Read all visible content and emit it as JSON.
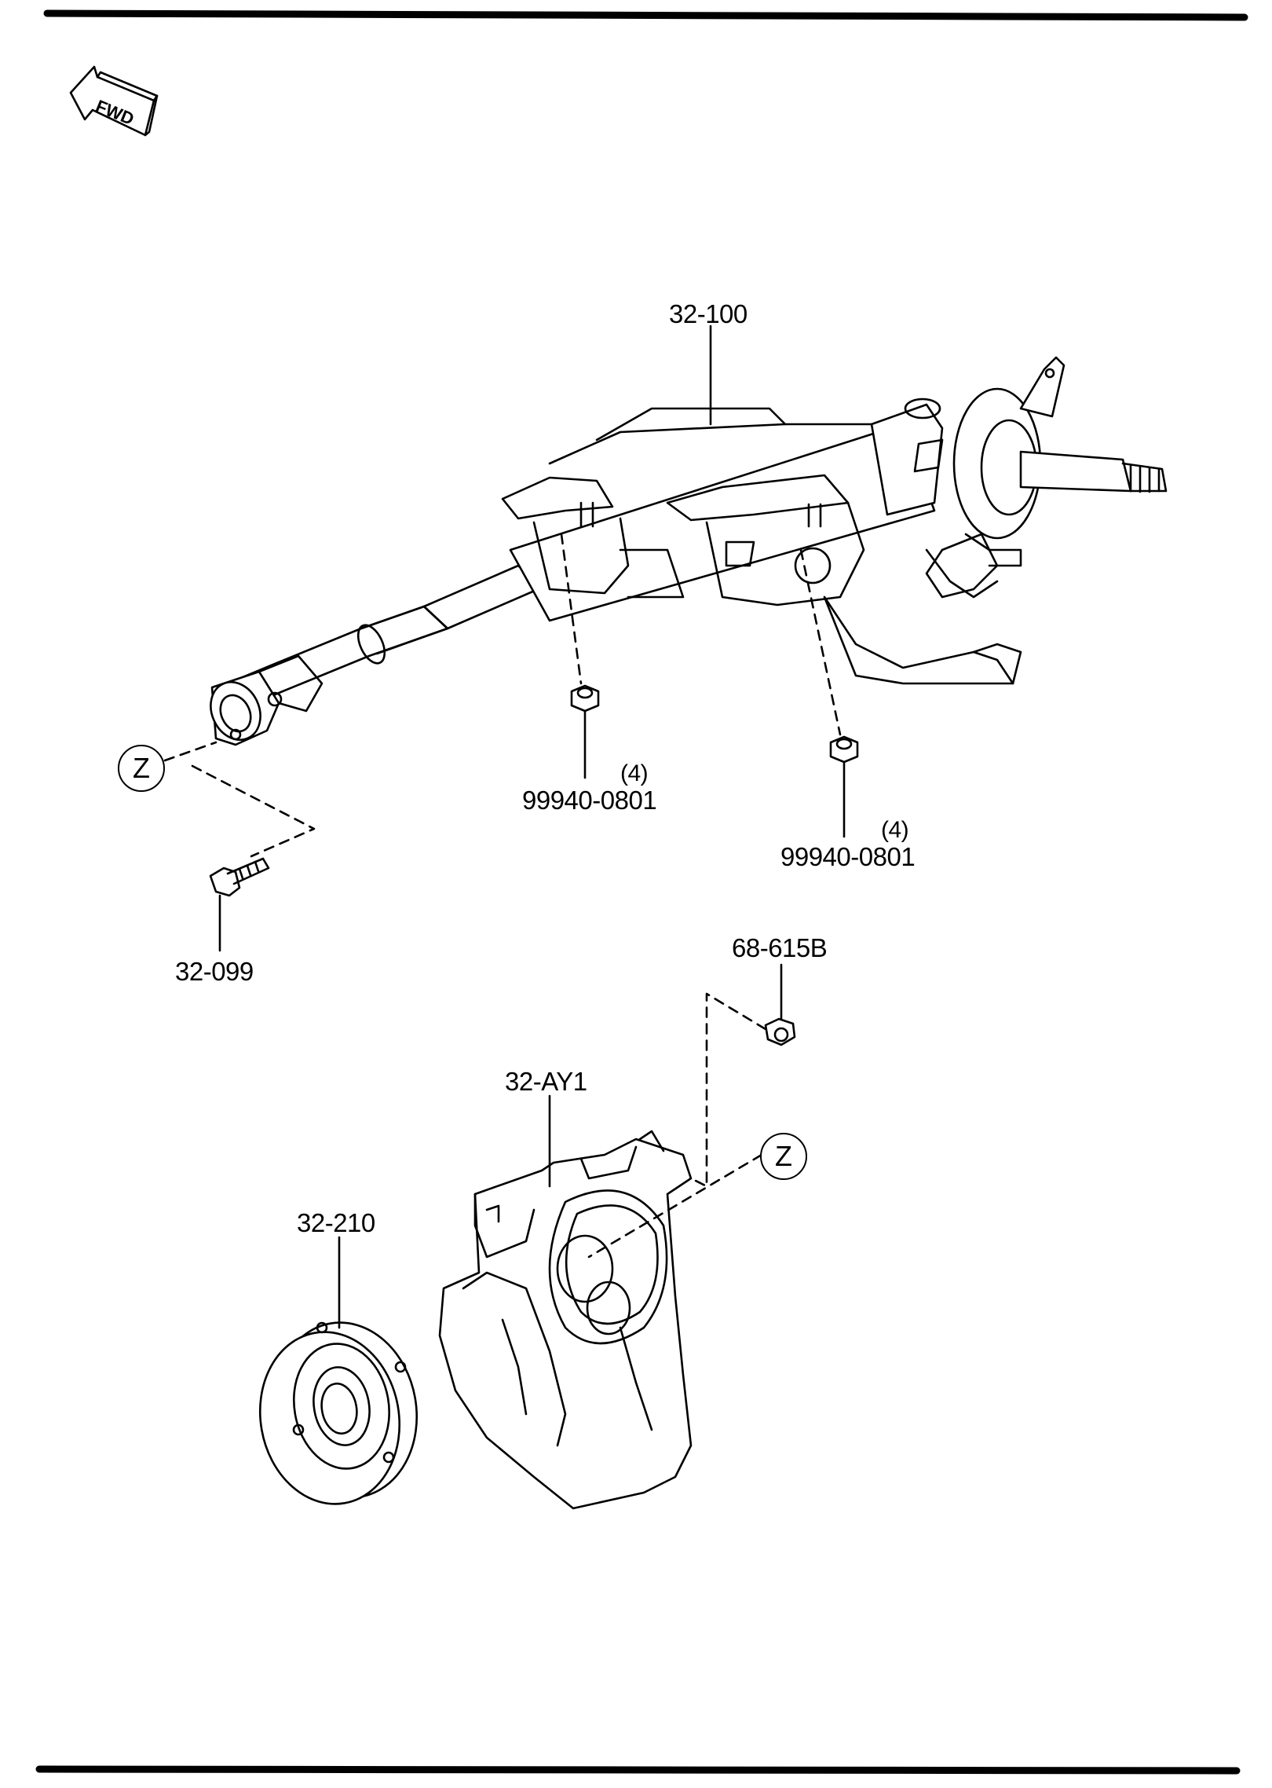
{
  "diagram": {
    "direction_label": "FWD",
    "parts": [
      {
        "id": "steering-column",
        "label": "32-100"
      },
      {
        "id": "nut-left",
        "label": "99940-0801",
        "qty": "(4)"
      },
      {
        "id": "nut-right",
        "label": "99940-0801",
        "qty": "(4)"
      },
      {
        "id": "joint-bolt",
        "label": "32-099"
      },
      {
        "id": "boot-nut",
        "label": "68-615B"
      },
      {
        "id": "dust-boot",
        "label": "32-AY1"
      },
      {
        "id": "boot-seal",
        "label": "32-210"
      }
    ],
    "reference_marks": [
      "Z",
      "Z"
    ]
  },
  "colors": {
    "line": "#000000",
    "background": "#ffffff"
  }
}
